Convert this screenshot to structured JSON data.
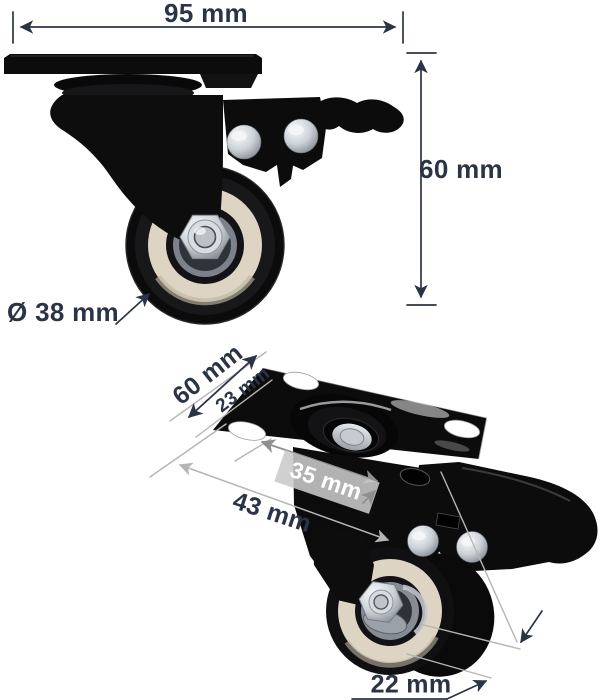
{
  "product": {
    "type": "swivel caster wheel with brake"
  },
  "colors": {
    "annotation_text": "#2b3447",
    "dim_line_dark": "#2b3447",
    "dim_line_light": "#b5b5b5",
    "dim_line_mid": "#8f8f8f",
    "label_band_fill": "#c9c9c9",
    "label_band_text": "#ffffff",
    "caster_black": "#0d0d0e",
    "wheel_rim_cream": "#ddd4c3",
    "metal_silver": "#ccd1d6",
    "background": "#ffffff"
  },
  "views": {
    "side": {
      "name": "side view",
      "dimensions": {
        "overall_width": "95 mm",
        "overall_height": "60 mm",
        "wheel_diameter": "Ø 38 mm"
      }
    },
    "iso": {
      "name": "isometric view",
      "dimensions": {
        "plate_depth": "60 mm",
        "hole_spacing_depth": "23 mm",
        "hole_spacing_width": "35 mm",
        "plate_width": "43 mm",
        "wheel_width": "22 mm"
      }
    }
  }
}
